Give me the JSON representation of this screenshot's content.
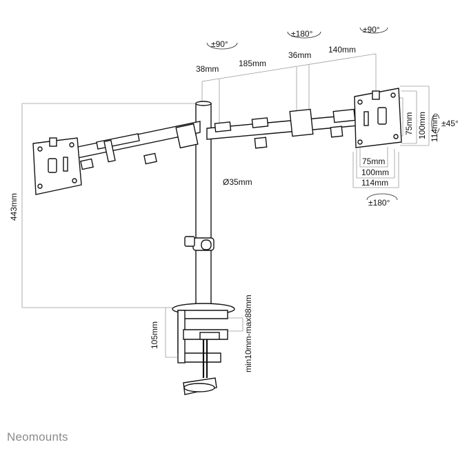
{
  "brand": "Neomounts",
  "dimensions": {
    "arm_left": "38mm",
    "arm_mid": "185mm",
    "arm_joint": "36mm",
    "arm_right": "140mm",
    "pole_diameter": "Ø35mm",
    "height": "443mm",
    "clamp_height": "105mm",
    "desk_thickness": "min10mm-max88mm",
    "vesa_h_75": "75mm",
    "vesa_h_100": "100mm",
    "vesa_h_114": "114mm",
    "vesa_w_75": "75mm",
    "vesa_w_100": "100mm",
    "vesa_w_114": "114mm"
  },
  "rotations": {
    "swivel_left": "±90°",
    "swivel_mid": "±180°",
    "swivel_right": "±90°",
    "tilt": "±45°",
    "rotate": "±180°"
  }
}
